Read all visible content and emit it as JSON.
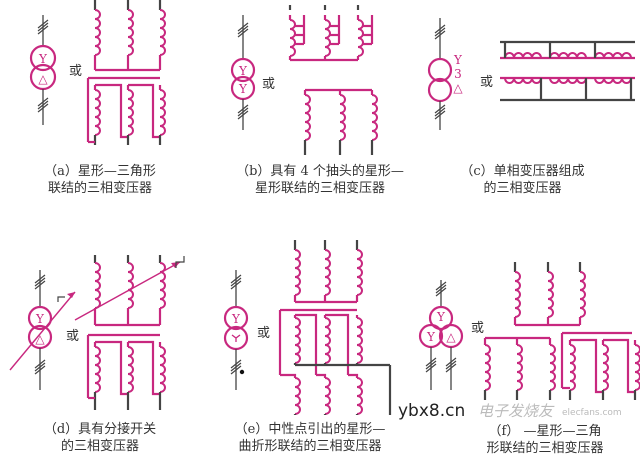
{
  "colors": {
    "winding": "#c8287f",
    "lead": "#444444",
    "text": "#333333"
  },
  "or_label": "或",
  "panels": [
    {
      "id": "a",
      "symbol": [
        "Y",
        "△"
      ],
      "caption": [
        "（a）星形—三角形",
        "联结的三相变压器"
      ]
    },
    {
      "id": "b",
      "symbol": [
        "Y",
        "Y"
      ],
      "caption": [
        "（b）具有 4 个抽头的星形—",
        "星形联结的三相变压器"
      ]
    },
    {
      "id": "c",
      "symbol": [
        "Y",
        "3",
        "△"
      ],
      "caption": [
        "（c）单相变压器组成",
        "的三相变压器"
      ]
    },
    {
      "id": "d",
      "symbol": [
        "Y",
        "△"
      ],
      "caption": [
        "（d）具有分接开关",
        "的三相变压器"
      ]
    },
    {
      "id": "e",
      "symbol": [
        "Y",
        "zigzag"
      ],
      "caption": [
        "（e）中性点引出的星形—",
        "曲折形联结的三相变压器"
      ]
    },
    {
      "id": "f",
      "symbol": [
        "Y",
        "Y",
        "△"
      ],
      "caption": [
        "（f）   —星形—三角",
        "形联结的三相变压器"
      ]
    }
  ],
  "watermark": {
    "site": "ybx8.cn",
    "brand": "电子发烧友",
    "brand_url": "elecfans.com"
  }
}
